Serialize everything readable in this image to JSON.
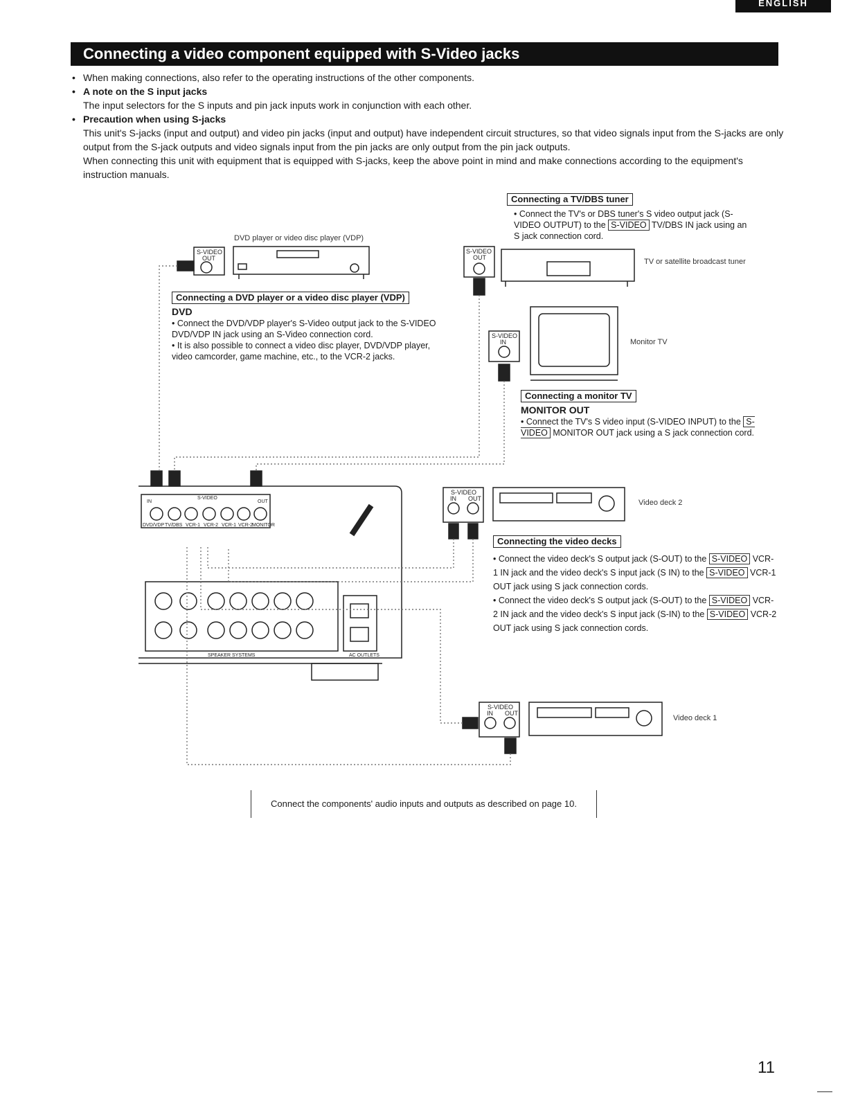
{
  "header": {
    "language_tab": "ENGLISH"
  },
  "title": "Connecting a video component equipped with S-Video jacks",
  "intro": {
    "bullet1": "When making connections, also refer to the operating instructions of the other components.",
    "bullet2_title": "A note on the S input jacks",
    "bullet2_body": "The input selectors for the S inputs and pin jack inputs work in conjunction with each other.",
    "bullet3_title": "Precaution when using S-jacks",
    "bullet3_body1": "This unit's S-jacks (input and output) and video pin jacks (input and output) have independent circuit structures, so that video signals input from the S-jacks are only output from the S-jack outputs and video signals input from the pin jacks are only output from the pin jack outputs.",
    "bullet3_body2": "When connecting this unit with equipment that is equipped with S-jacks, keep the above point in mind and make connections according to the equipment's instruction manuals."
  },
  "tv_dbs": {
    "label": "Connecting a TV/DBS tuner",
    "text_a": "Connect the TV's or DBS tuner's S video output jack (S-VIDEO OUTPUT) to the",
    "boxed": "S-VIDEO",
    "text_b": "TV/DBS IN jack using an S jack connection cord.",
    "device_caption": "TV or satellite broadcast tuner",
    "jack_label_1": "S-VIDEO",
    "jack_label_2": "OUT"
  },
  "dvd": {
    "device_caption": "DVD player or video disc player (VDP)",
    "label": "Connecting a DVD player or a video disc player (VDP)",
    "subhead": "DVD",
    "bullet1": "Connect the DVD/VDP player's S-Video output jack to the S-VIDEO DVD/VDP IN jack using an S-Video connection cord.",
    "bullet2": "It is also possible to connect a video disc player, DVD/VDP player, video camcorder, game machine, etc., to the VCR-2 jacks.",
    "jack_label_1": "S-VIDEO",
    "jack_label_2": "OUT"
  },
  "monitor": {
    "device_caption": "Monitor TV",
    "label": "Connecting a monitor TV",
    "subhead": "MONITOR OUT",
    "text_a": "Connect the TV's S video input (S-VIDEO INPUT) to the",
    "boxed": "S-VIDEO",
    "text_b": "MONITOR OUT jack using a S jack connection cord.",
    "jack_label_1": "S-VIDEO",
    "jack_label_2": "IN"
  },
  "video_decks": {
    "deck2_caption": "Video deck 2",
    "deck1_caption": "Video deck 1",
    "label": "Connecting the video decks",
    "bullet1_a": "Connect the video deck's S output jack (S-OUT) to the",
    "bullet1_boxed1": "S-VIDEO",
    "bullet1_b": "VCR-1 IN jack and the video deck's S input jack (S IN) to the",
    "bullet1_boxed2": "S-VIDEO",
    "bullet1_c": "VCR-1 OUT jack using S jack connection cords.",
    "bullet2_a": "Connect the video deck's S output jack (S-OUT) to the",
    "bullet2_boxed1": "S-VIDEO",
    "bullet2_b": "VCR-2 IN jack and the video deck's S input jack (S-IN) to the",
    "bullet2_boxed2": "S-VIDEO",
    "bullet2_c": "VCR-2 OUT jack using S jack connection cords.",
    "jack_label_1": "S-VIDEO",
    "jack_label_in": "IN",
    "jack_label_out": "OUT"
  },
  "receiver": {
    "s_video": "S-VIDEO",
    "jack_labels": [
      "DVD/VDP",
      "TV/DBS",
      "VCR-1",
      "VCR-2",
      "VCR-1",
      "VCR-2",
      "MONITOR"
    ],
    "in_label": "IN",
    "out_label": "OUT",
    "speaker_systems": "SPEAKER SYSTEMS",
    "ac_outlets": "AC OUTLETS"
  },
  "footer": "Connect the components' audio inputs and outputs as described on page 10.",
  "page_number": "11"
}
